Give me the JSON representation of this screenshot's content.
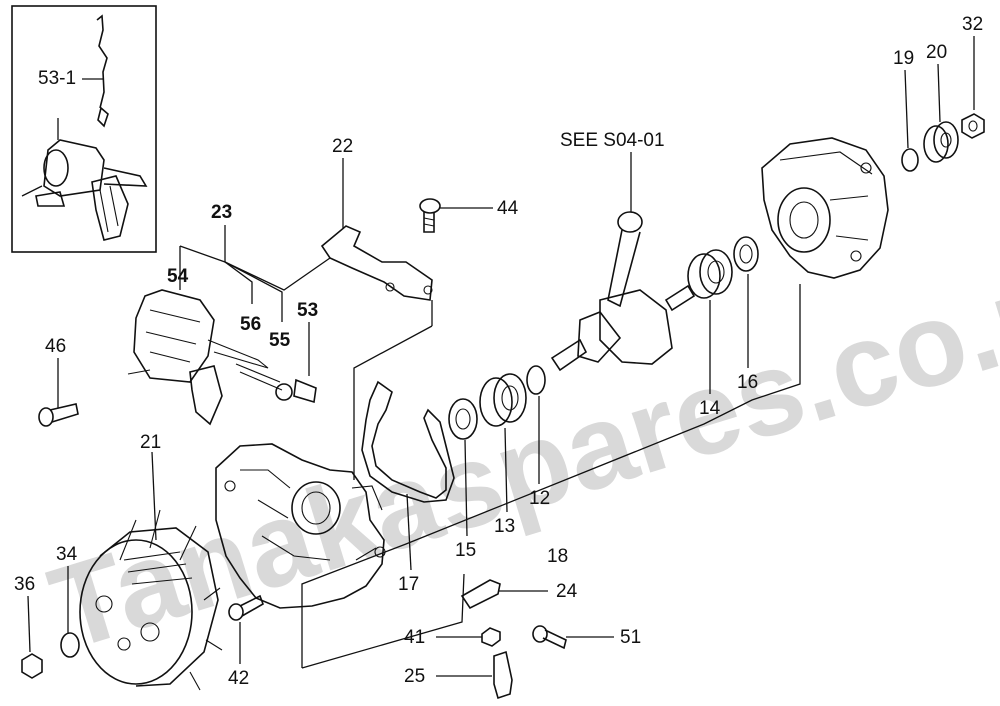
{
  "watermark": "Tanakaspares.co.uk",
  "see_reference": "SEE S04-01",
  "inset_label": "53-1",
  "part_labels": [
    "19",
    "20",
    "32",
    "22",
    "44",
    "23",
    "54",
    "56",
    "55",
    "53",
    "46",
    "14",
    "16",
    "12",
    "13",
    "15",
    "18",
    "21",
    "34",
    "36",
    "17",
    "24",
    "41",
    "51",
    "42",
    "25"
  ]
}
